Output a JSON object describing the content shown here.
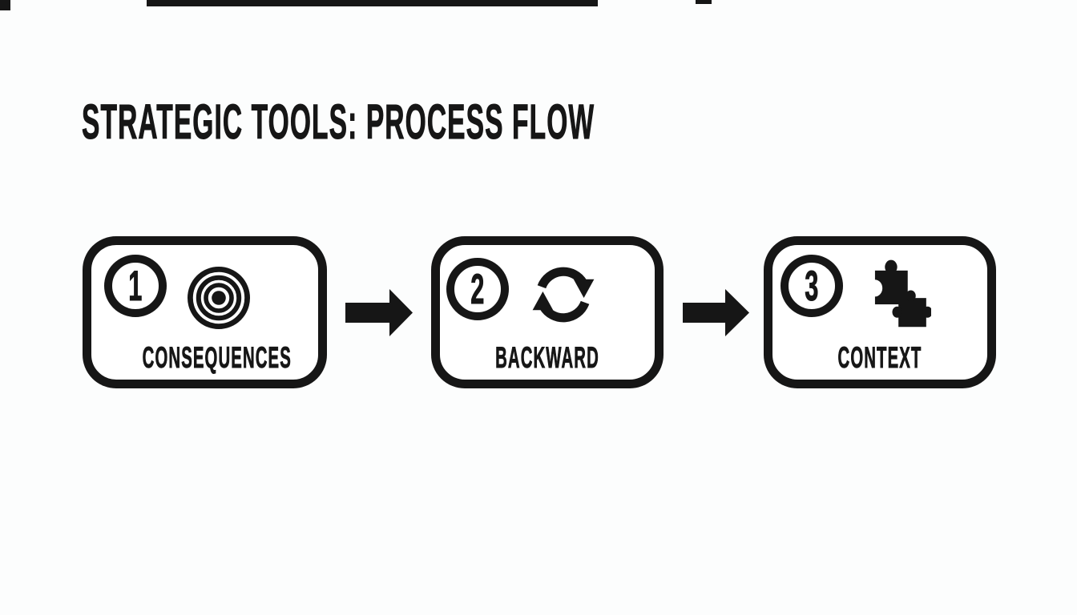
{
  "colors": {
    "ink": "#161616",
    "background": "#fcfdfd",
    "box_fill": "#ffffff"
  },
  "title": "STRATEGIC TOOLS: PROCESS FLOW",
  "flow": {
    "steps": [
      {
        "number": "1",
        "label": "CONSEQUENCES",
        "icon": "bullseye-target-icon"
      },
      {
        "number": "2",
        "label": "BACKWARD",
        "icon": "cycle-arrows-icon"
      },
      {
        "number": "3",
        "label": "CONTEXT",
        "icon": "puzzle-pieces-icon"
      }
    ],
    "connector": "right-arrow"
  }
}
